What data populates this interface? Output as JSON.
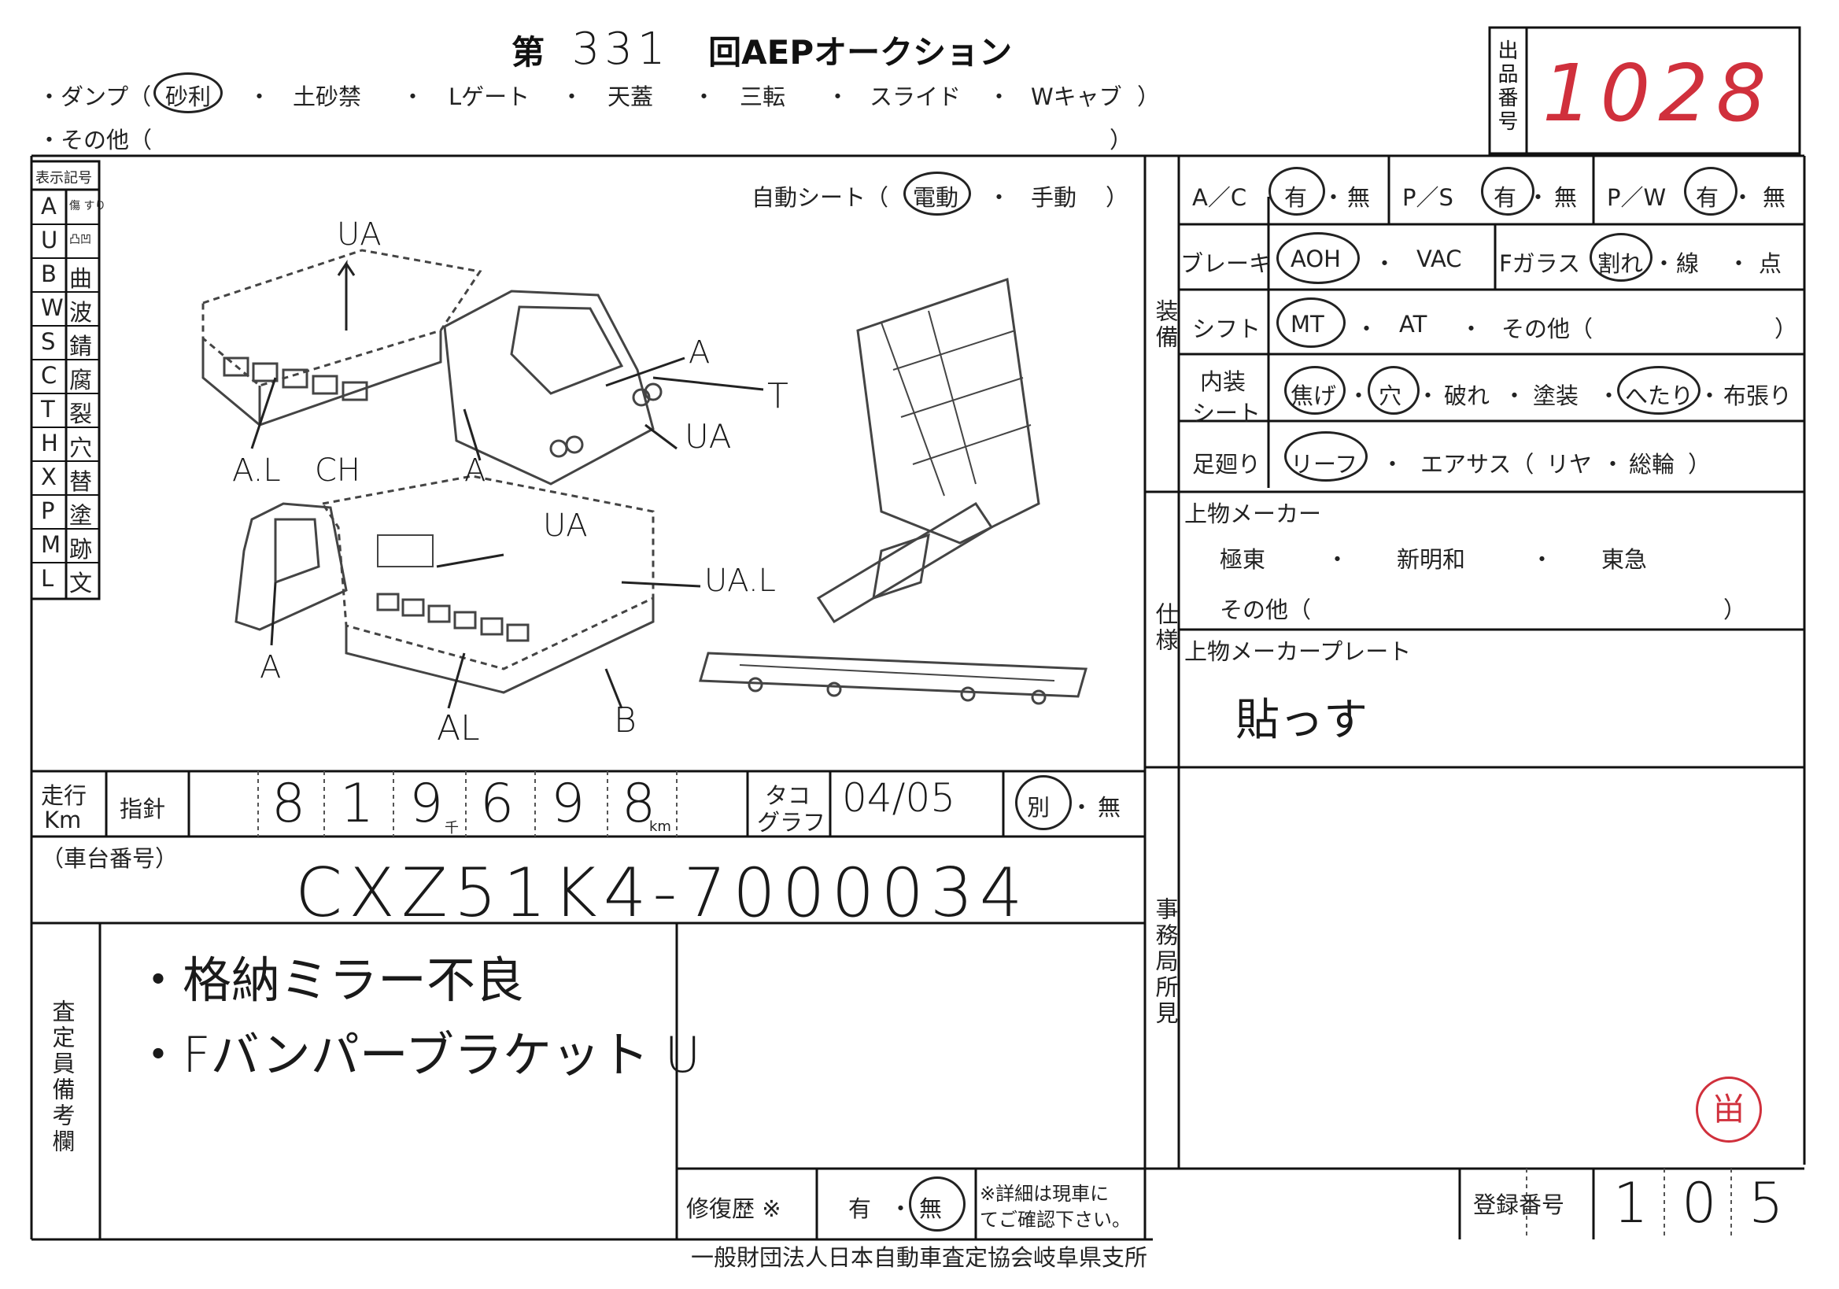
{
  "header": {
    "title_prefix": "第",
    "auction_no": "331",
    "title_suffix": "回AEPオークション",
    "dump_label": "・ダンプ（",
    "dump_options": [
      "砂利",
      "土砂禁",
      "Lゲート",
      "天蓋",
      "三転",
      "スライド",
      "Wキャブ"
    ],
    "dump_close": "）",
    "other_label": "・その他（",
    "other_close": "）",
    "sep": "・"
  },
  "lot": {
    "label": "出品番号",
    "number": "1028"
  },
  "legend": {
    "title": "表示記号",
    "rows": [
      {
        "code": "A",
        "meaning": "傷 すり"
      },
      {
        "code": "U",
        "meaning": "凸凹"
      },
      {
        "code": "B",
        "meaning": "曲"
      },
      {
        "code": "W",
        "meaning": "波"
      },
      {
        "code": "S",
        "meaning": "錆"
      },
      {
        "code": "C",
        "meaning": "腐"
      },
      {
        "code": "T",
        "meaning": "裂"
      },
      {
        "code": "H",
        "meaning": "穴"
      },
      {
        "code": "X",
        "meaning": "替"
      },
      {
        "code": "P",
        "meaning": "塗"
      },
      {
        "code": "M",
        "meaning": "跡"
      },
      {
        "code": "L",
        "meaning": "文"
      }
    ]
  },
  "diagram": {
    "auto_sheet_label": "自動シート（",
    "auto_sheet_options": [
      "電動",
      "手動"
    ],
    "auto_sheet_close": "）",
    "marks": [
      "UA",
      "A",
      "T",
      "UA",
      "A.L",
      "CH",
      "A",
      "UA",
      "UA.L",
      "A",
      "AL",
      "B"
    ]
  },
  "equipment": {
    "section_label": "装備",
    "ac": {
      "label": "A／C",
      "yes": "有",
      "no": "無"
    },
    "ps": {
      "label": "P／S",
      "yes": "有",
      "no": "無"
    },
    "pw": {
      "label": "P／W",
      "yes": "有",
      "no": "無"
    },
    "brake": {
      "label": "ブレーキ",
      "opt1": "AOH",
      "opt2": "VAC"
    },
    "fglass": {
      "label": "Fガラス",
      "opt1": "割れ",
      "opt2": "線",
      "opt3": "点"
    },
    "shift": {
      "label": "シフト",
      "opt1": "MT",
      "opt2": "AT",
      "opt3": "その他（",
      "close": "）"
    },
    "interior": {
      "label1": "内装",
      "label2": "シート",
      "opts": [
        "焦げ",
        "穴",
        "破れ",
        "塗装",
        "へたり",
        "布張り"
      ]
    },
    "suspension": {
      "label": "足廻り",
      "opt1": "リーフ",
      "opt2": "エアサス（",
      "opt3": "リヤ",
      "opt4": "総輪",
      "close": "）"
    }
  },
  "spec": {
    "section_label": "仕様",
    "maker_label": "上物メーカー",
    "makers": [
      "極東",
      "新明和",
      "東急"
    ],
    "other_label": "その他（",
    "other_close": "）",
    "plate_label": "上物メーカープレート",
    "plate_value": "貼っす"
  },
  "odometer": {
    "label1": "走行",
    "label2": "Km",
    "reading_label": "指針",
    "digits": [
      "8",
      "1",
      "9",
      "6",
      "9",
      "8"
    ],
    "thousand_unit": "千",
    "km_unit": "km",
    "tacho_label1": "タコ",
    "tacho_label2": "グラフ",
    "tacho_value": "04/05",
    "tacho_yes": "別",
    "tacho_no": "無"
  },
  "chassis": {
    "label": "（車台番号）",
    "value": "CXZ51K4-7000034"
  },
  "remarks": {
    "label": "査定員備考欄",
    "lines": [
      "・格納ミラー不良",
      "・Fバンパーブラケット U"
    ]
  },
  "office": {
    "label": "事務局所見",
    "stamp": "畄"
  },
  "repair": {
    "label": "修復歴 ※",
    "yes": "有",
    "no": "無",
    "note1": "※詳細は現車に",
    "note2": "てご確認下さい。"
  },
  "registration": {
    "label": "登録番号",
    "digits": [
      "1",
      "0",
      "5"
    ]
  },
  "footer": {
    "org": "一般財団法人日本自動車査定協会岐阜県支所"
  }
}
